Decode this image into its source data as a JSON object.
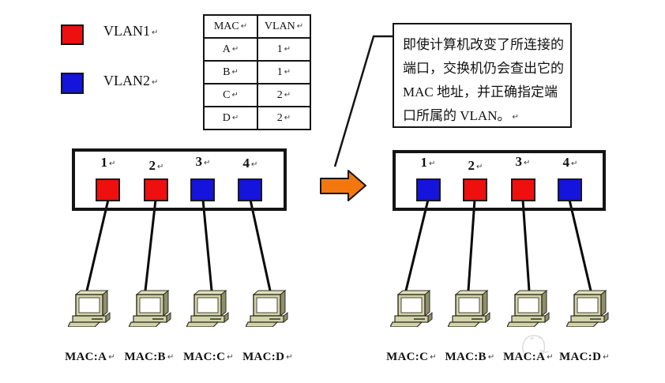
{
  "colors": {
    "vlan1": "#EE0F0F",
    "vlan2": "#1414DC",
    "arrow_fill": "#F4770E"
  },
  "marks": {
    "return": "↵"
  },
  "legend": {
    "items": [
      {
        "label": "VLAN1",
        "vlan": "VLAN1"
      },
      {
        "label": "VLAN2",
        "vlan": "VLAN2"
      }
    ]
  },
  "mac_table": {
    "headers": [
      "MAC",
      "VLAN"
    ],
    "rows": [
      [
        "A",
        "1"
      ],
      [
        "B",
        "1"
      ],
      [
        "C",
        "2"
      ],
      [
        "D",
        "2"
      ]
    ]
  },
  "callout": {
    "text": "即使计算机改变了所连接的端口，交换机仍会查出它的 MAC 地址，并正确指定端口所属的 VLAN。"
  },
  "left_switch": {
    "ports": [
      {
        "number": "1",
        "vlan": "VLAN1"
      },
      {
        "number": "2",
        "vlan": "VLAN1"
      },
      {
        "number": "3",
        "vlan": "VLAN2"
      },
      {
        "number": "4",
        "vlan": "VLAN2"
      }
    ],
    "hosts": [
      {
        "label": "MAC:A"
      },
      {
        "label": "MAC:B"
      },
      {
        "label": "MAC:C"
      },
      {
        "label": "MAC:D"
      }
    ]
  },
  "right_switch": {
    "ports": [
      {
        "number": "1",
        "vlan": "VLAN2"
      },
      {
        "number": "2",
        "vlan": "VLAN1"
      },
      {
        "number": "3",
        "vlan": "VLAN1"
      },
      {
        "number": "4",
        "vlan": "VLAN2"
      }
    ],
    "hosts": [
      {
        "label": "MAC:C"
      },
      {
        "label": "MAC:B"
      },
      {
        "label": "MAC:A"
      },
      {
        "label": "MAC:D"
      }
    ]
  }
}
